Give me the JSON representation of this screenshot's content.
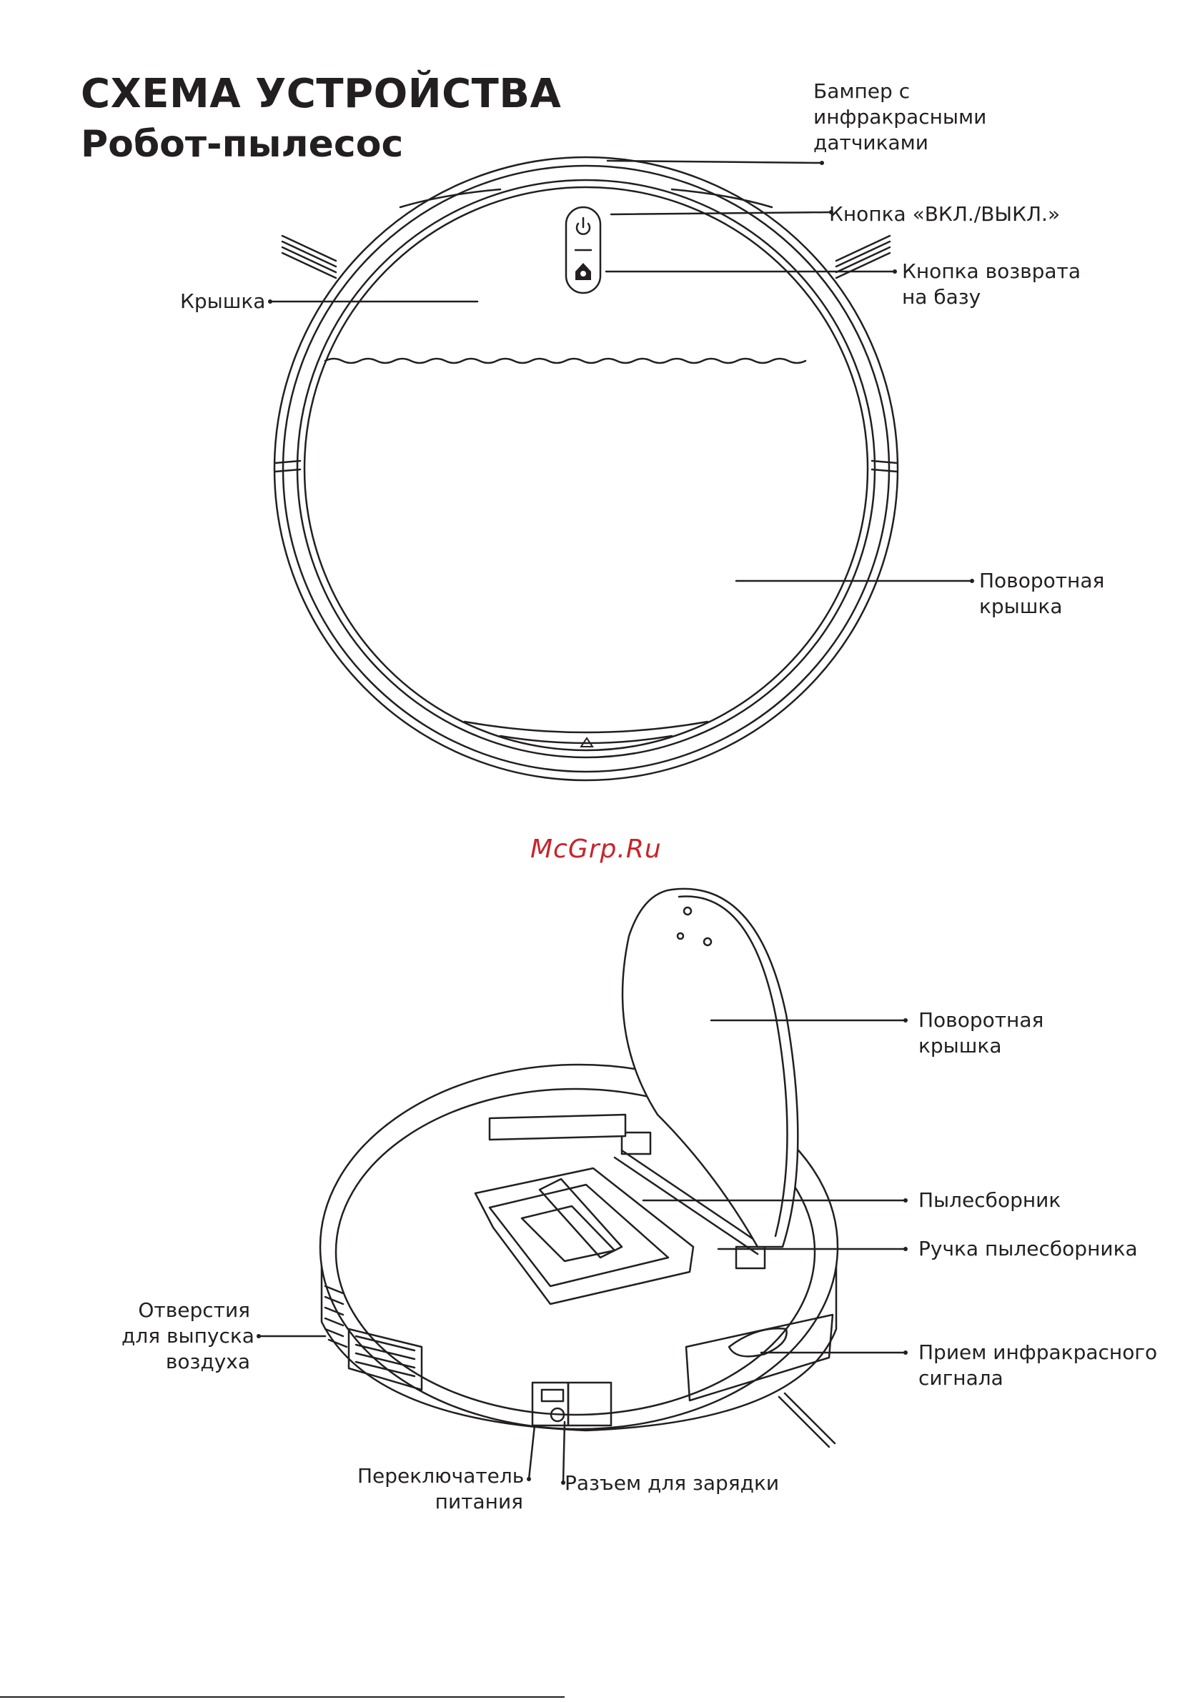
{
  "header": {
    "title": "СХЕМА УСТРОЙСТВА",
    "subtitle": "Робот-пылесос"
  },
  "watermark": "McGrp.Ru",
  "top_view": {
    "bumper": "Бампер с инфракрасными датчиками",
    "bumper_lines": [
      "Бампер с",
      "инфракрасными",
      "датчиками"
    ],
    "power_button": "Кнопка «ВКЛ./ВЫКЛ.»",
    "dock_button_lines": [
      "Кнопка возврата",
      "на базу"
    ],
    "cover": "Крышка",
    "flip_cover_lines": [
      "Поворотная",
      "крышка"
    ]
  },
  "side_view": {
    "flip_cover_lines": [
      "Поворотная",
      "крышка"
    ],
    "dustbin": "Пылесборник",
    "dustbin_handle": "Ручка пылесборника",
    "air_vents_lines": [
      "Отверстия",
      "для выпуска",
      "воздуха"
    ],
    "ir_receiver_lines": [
      "Прием инфракрасного",
      "сигнала"
    ],
    "power_switch_lines": [
      "Переключатель",
      "питания"
    ],
    "charging_port": "Разъем для зарядки"
  },
  "colors": {
    "line": "#231f20",
    "watermark": "#c8242b"
  },
  "icons": [
    "power-icon",
    "home-dock-icon",
    "triangle-icon"
  ]
}
